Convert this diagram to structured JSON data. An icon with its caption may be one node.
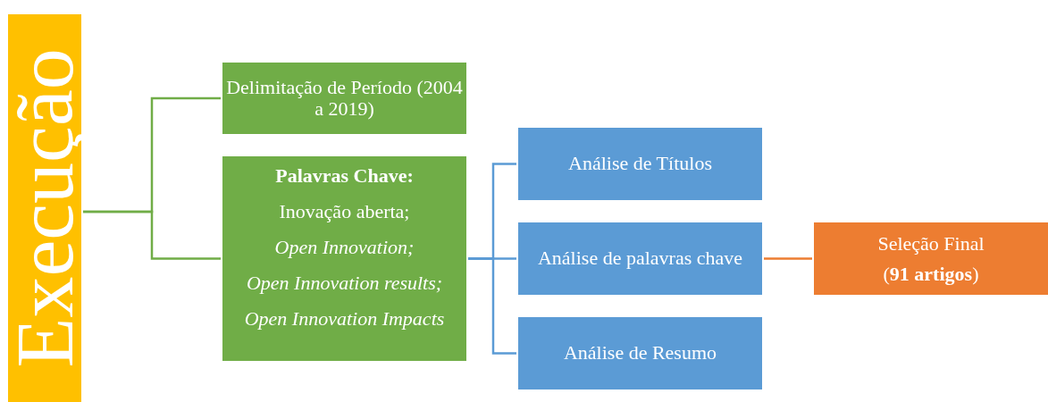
{
  "diagram": {
    "nodes": [
      {
        "text": [
          "Execução"
        ]
      },
      {
        "text": [
          "Delimitação de Período (2004 a 2019)"
        ]
      },
      {
        "text": [
          "Palavras Chave:",
          "Inovação aberta;",
          "Open Innovation;",
          "Open Innovation results;",
          "Open Innovation Impacts"
        ]
      },
      {
        "text": [
          "Análise de Títulos"
        ]
      },
      {
        "text": [
          "Análise de palavras chave"
        ]
      },
      {
        "text": [
          "Análise de Resumo"
        ]
      },
      {
        "text": [
          "Seleção Final",
          "(**91 artigos**)"
        ]
      }
    ],
    "edges": [
      {
        "from": 0,
        "to": 1,
        "arrow": "none",
        "color": "#70ad47"
      },
      {
        "from": 0,
        "to": 2,
        "arrow": "none",
        "color": "#70ad47"
      },
      {
        "from": 2,
        "to": 3,
        "arrow": "none"
      },
      {
        "from": 2,
        "to": 4,
        "arrow": "none"
      },
      {
        "from": 2,
        "to": 5,
        "arrow": "none"
      },
      {
        "from": 4,
        "to": 6,
        "arrow": "none",
        "color": "#ed7d31"
      }
    ]
  }
}
